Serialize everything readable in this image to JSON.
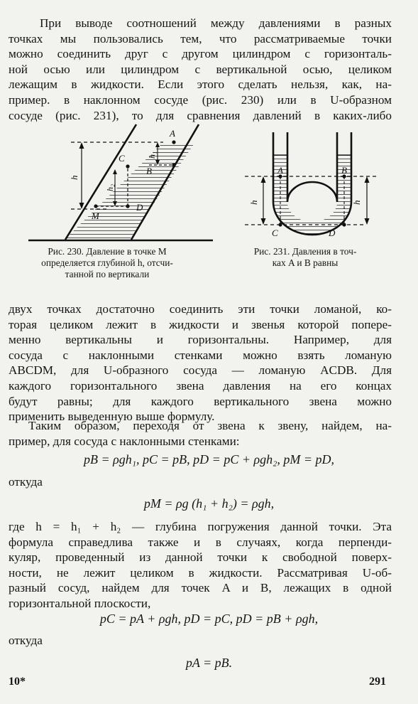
{
  "para1": [
    "При выводе соотношений между давлениями в разных",
    "точках мы пользовались тем, что рассматриваемые точки",
    "можно соединить друг с другом цилиндром с горизонталь-",
    "ной осью или цилиндром с вертикальной осью, целиком",
    "лежащим в жидкости. Если этого сделать нельзя, как, на-",
    "пример. в наклонном сосуде (рис. 230) или в U-образном",
    "сосуде (рис. 231), то для сравнения давлений в каких-либо"
  ],
  "fig230": {
    "labels": {
      "A": "A",
      "B": "B",
      "C": "C",
      "D": "D",
      "M": "M",
      "h": "h",
      "h1": "h₁",
      "h2": "h₂"
    },
    "caption": [
      "Рис. 230. Давление в точке M",
      "определяется глубиной h, отсчи-",
      "танной по вертикали"
    ]
  },
  "fig231": {
    "labels": {
      "A": "A",
      "B": "B",
      "C": "C",
      "D": "D",
      "h_left": "h",
      "h_right": "h"
    },
    "caption": [
      "Рис. 231. Давления в точ-",
      "ках A и B равны"
    ]
  },
  "para2": [
    "двух точках достаточно соединить эти точки ломаной, ко-",
    "торая целиком лежит в жидкости и звенья которой попере-",
    "менно вертикальны и горизонтальны. Например, для",
    "сосуда с наклонными стенками можно взять ломаную",
    "ABCDM, для U-образного сосуда — ломаную ACDB. Для",
    "каждого горизонтального звена давления на его концах",
    "будут равны; для каждого вертикального звена можно",
    "применить выведенную выше формулу."
  ],
  "para3": [
    "Таким образом, переходя от звена к звену, найдем, на-",
    "пример, для сосуда с наклонными стенками:"
  ],
  "formula1": "pB = ρgh₁,   pC = pB,   pD = pC + ρgh₂,   pM = pD,",
  "otkuda1": "откуда",
  "formula2": "pM = ρg (h₁ + h₂) = ρgh,",
  "para4": [
    "где h = h₁ + h₂ — глубина погружения данной точки. Эта",
    "формула справедлива также и в случаях, когда перпенди-",
    "куляр, проведенный из данной точки к свободной поверх-",
    "ности, не лежит целиком в жидкости. Рассматривая U-об-",
    "разный сосуд, найдем для точек A и B, лежащих в одной",
    "горизонтальной плоскости,"
  ],
  "formula3": "pC = pA + ρgh,   pD = pC,   pD = pB + ρgh,",
  "otkuda2": "откуда",
  "formula4": "pA = pB.",
  "footer": {
    "left": "10*",
    "right": "291"
  }
}
